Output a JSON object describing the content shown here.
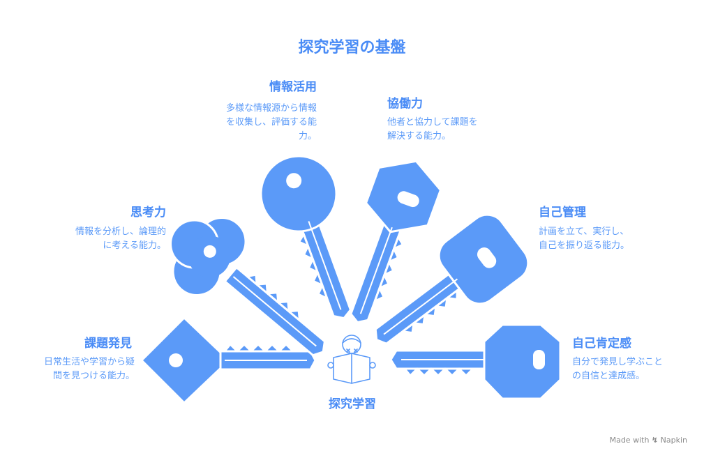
{
  "title": "探究学習の基盤",
  "center": {
    "label": "探究学習",
    "icon": "student-reading-icon"
  },
  "keys": [
    {
      "id": "kadai",
      "title": "課題発見",
      "desc": [
        "日常生活や学習から疑",
        "問を見つける能力。"
      ],
      "icon": "square-key-icon"
    },
    {
      "id": "shikou",
      "title": "思考力",
      "desc": [
        "情報を分析し、論理的",
        "に考える能力。"
      ],
      "icon": "clover-key-icon"
    },
    {
      "id": "jouhou",
      "title": "情報活用",
      "desc": [
        "多様な情報源から情報",
        "を収集し、評価する能",
        "力。"
      ],
      "icon": "round-key-icon"
    },
    {
      "id": "kyoudou",
      "title": "協働力",
      "desc": [
        "他者と協力して課題を",
        "解決する能力。"
      ],
      "icon": "hexagon-key-icon"
    },
    {
      "id": "jiko",
      "title": "自己管理",
      "desc": [
        "計画を立て、実行し、",
        "自己を振り返る能力。"
      ],
      "icon": "rounded-key-icon"
    },
    {
      "id": "koutei",
      "title": "自己肯定感",
      "desc": [
        "自分で発見し学ぶこと",
        "の自信と達成感。"
      ],
      "icon": "shield-key-icon"
    }
  ],
  "footer": {
    "prefix": "Made with",
    "brand": "Napkin",
    "icon": "napkin-logo-icon"
  },
  "colors": {
    "key": "#5b9af8",
    "outline": "#ffffff",
    "text": "#4a8cf6",
    "muted": "#8a8a8a"
  }
}
